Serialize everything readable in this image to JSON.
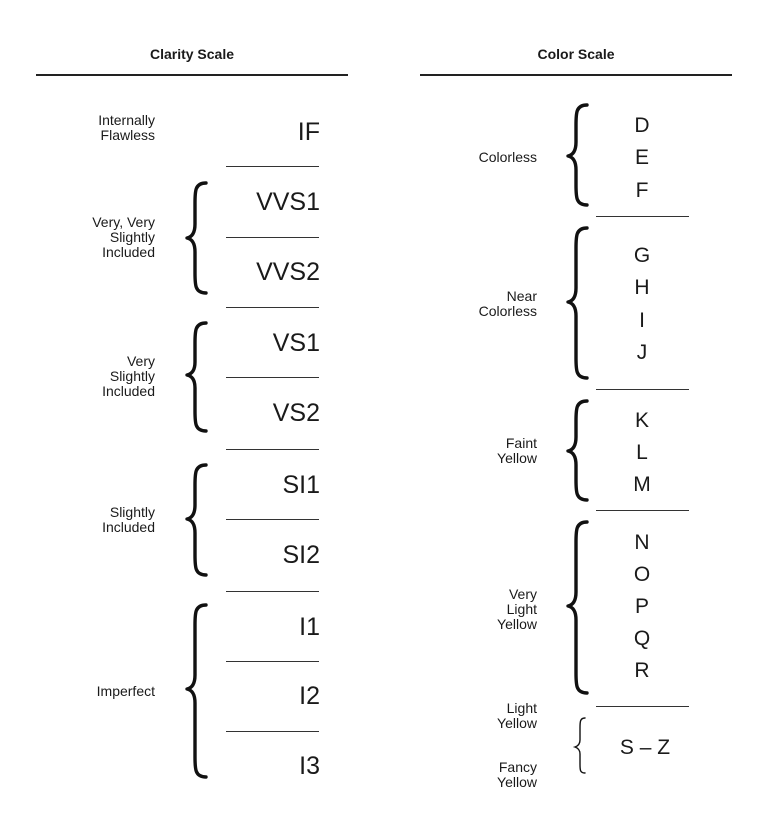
{
  "clarity": {
    "title": "Clarity Scale",
    "groups": [
      {
        "label": [
          "Internally",
          "Flawless"
        ],
        "grades": [
          "IF"
        ]
      },
      {
        "label": [
          "Very, Very",
          "Slightly",
          "Included"
        ],
        "grades": [
          "VVS1",
          "VVS2"
        ]
      },
      {
        "label": [
          "Very",
          "Slightly",
          "Included"
        ],
        "grades": [
          "VS1",
          "VS2"
        ]
      },
      {
        "label": [
          "Slightly",
          "Included"
        ],
        "grades": [
          "SI1",
          "SI2"
        ]
      },
      {
        "label": [
          "Imperfect"
        ],
        "grades": [
          "I1",
          "I2",
          "I3"
        ]
      }
    ]
  },
  "color": {
    "title": "Color Scale",
    "groups": [
      {
        "label": [
          "Colorless"
        ],
        "grades": [
          "D",
          "E",
          "F"
        ]
      },
      {
        "label": [
          "Near",
          "Colorless"
        ],
        "grades": [
          "G",
          "H",
          "I",
          "J"
        ]
      },
      {
        "label": [
          "Faint",
          "Yellow"
        ],
        "grades": [
          "K",
          "L",
          "M"
        ]
      },
      {
        "label": [
          "Very",
          "Light",
          "Yellow"
        ],
        "grades": [
          "N",
          "O",
          "P",
          "Q",
          "R"
        ]
      },
      {
        "label": [
          "Light",
          "Yellow",
          "",
          "Fancy",
          "Yellow"
        ],
        "grades": [
          "S – Z"
        ]
      }
    ]
  }
}
